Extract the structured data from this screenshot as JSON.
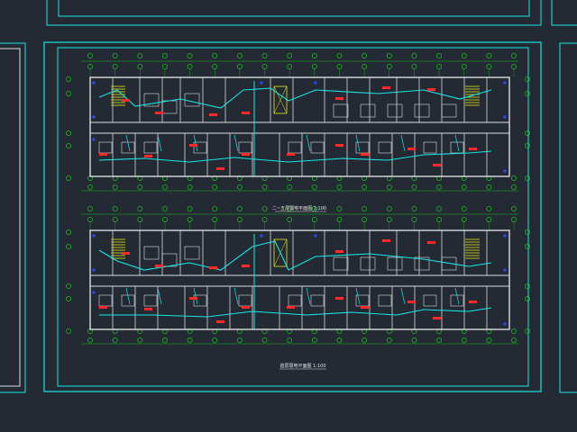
{
  "drawing": {
    "background_color": "#232a33",
    "frame_color": "#19e6e6",
    "wall_color": "#dcdcdc",
    "grid_bubble_color": "#19e619",
    "wiring_color": "#19e6e6",
    "room_label_color": "#ff2a2a",
    "stair_color": "#e6e619",
    "column_bubble_count_top": 18,
    "column_bubble_count_side": 5,
    "plans": [
      {
        "id": "upper-floor-plan",
        "caption": "二~五层弱电平面图 1:100"
      },
      {
        "id": "lower-floor-plan",
        "caption": "首层弱电平面图 1:100"
      }
    ]
  }
}
